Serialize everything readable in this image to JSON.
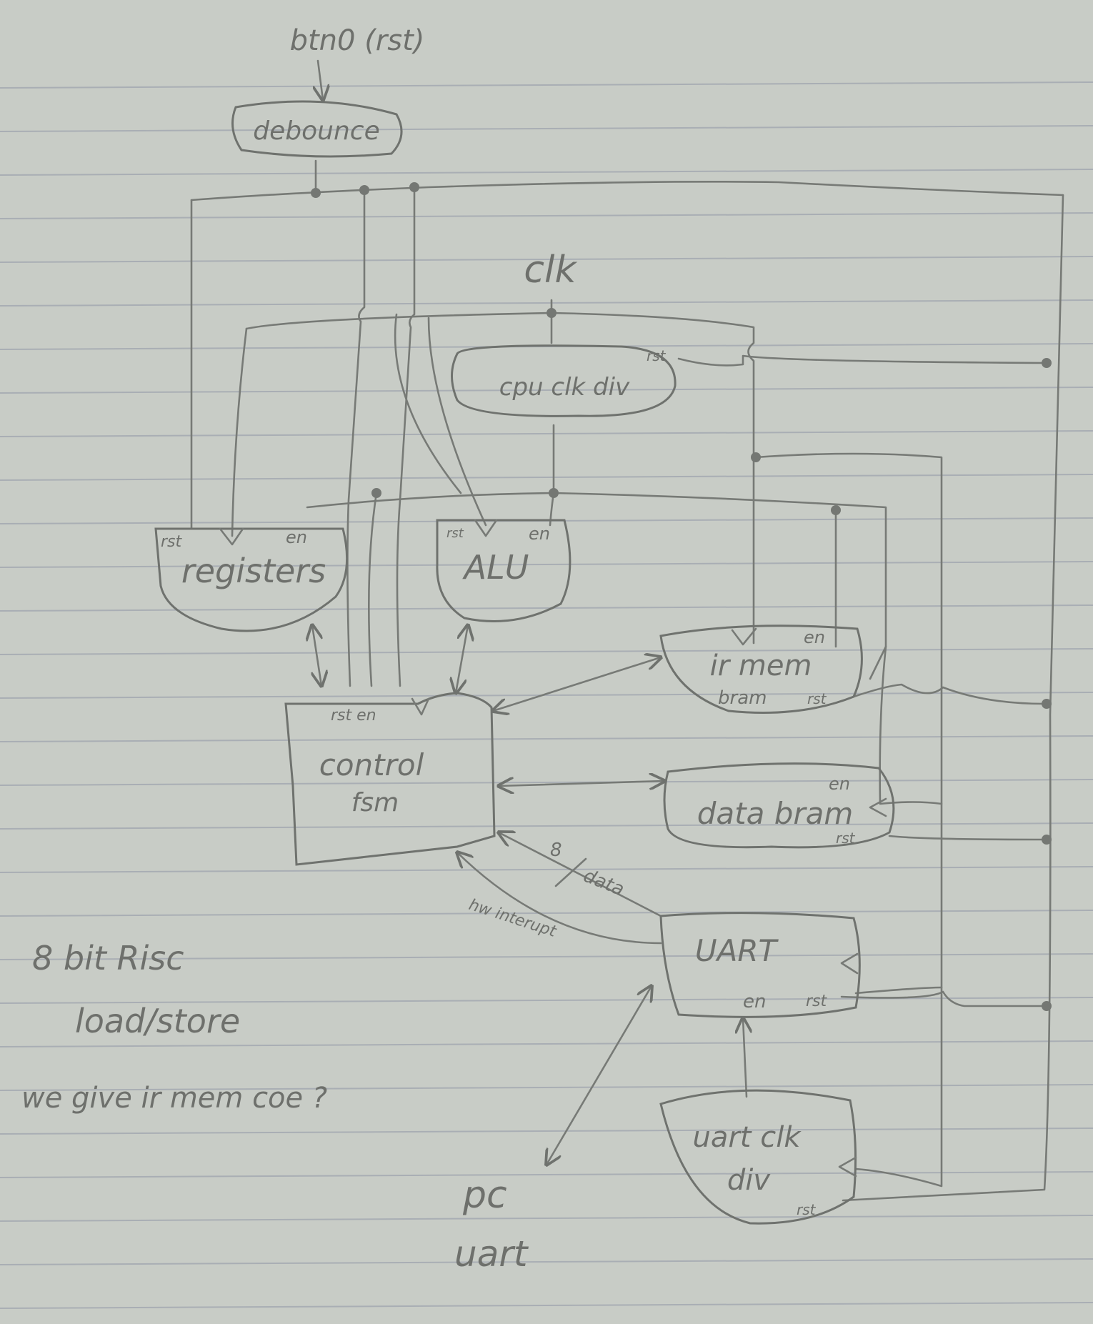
{
  "diagram": {
    "reset_input": "btn0 (rst)",
    "clock_input": "clk",
    "blocks": {
      "debounce": "debounce",
      "cpu_clkdiv": "cpu clk div",
      "registers": "registers",
      "alu": "ALU",
      "ir_mem": "ir mem",
      "ir_mem_sub": "bram",
      "control_fsm_1": "control",
      "control_fsm_2": "fsm",
      "data_bram": "data bram",
      "uart": "UART",
      "uart_clkdiv_1": "uart clk",
      "uart_clkdiv_2": "div"
    },
    "ports": {
      "rst": "rst",
      "en": "en",
      "fsm_ports": "rst en"
    },
    "edge_labels": {
      "bus_width": "8",
      "bus_name": "data",
      "interrupt": "hw interupt"
    },
    "pc_label_1": "pc",
    "pc_label_2": "uart",
    "notes": {
      "line1": "8 bit Risc",
      "line2": "load/store",
      "line3": "we give ir mem coe ?"
    }
  }
}
